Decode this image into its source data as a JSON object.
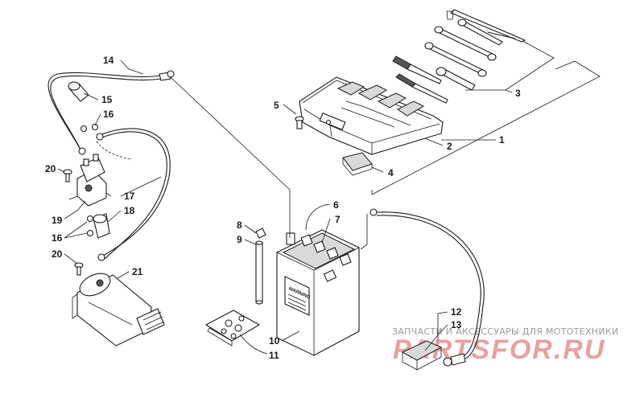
{
  "callouts": [
    {
      "id": "1",
      "label": "1"
    },
    {
      "id": "2",
      "label": "2"
    },
    {
      "id": "3",
      "label": "3"
    },
    {
      "id": "4",
      "label": "4"
    },
    {
      "id": "5",
      "label": "5"
    },
    {
      "id": "6",
      "label": "6"
    },
    {
      "id": "7",
      "label": "7"
    },
    {
      "id": "8",
      "label": "8"
    },
    {
      "id": "9",
      "label": "9"
    },
    {
      "id": "10",
      "label": "10"
    },
    {
      "id": "11",
      "label": "11"
    },
    {
      "id": "12",
      "label": "12"
    },
    {
      "id": "13",
      "label": "13"
    },
    {
      "id": "14",
      "label": "14"
    },
    {
      "id": "15",
      "label": "15"
    },
    {
      "id": "16a",
      "label": "16"
    },
    {
      "id": "16b",
      "label": "16"
    },
    {
      "id": "17",
      "label": "17"
    },
    {
      "id": "18",
      "label": "18"
    },
    {
      "id": "19",
      "label": "19"
    },
    {
      "id": "20a",
      "label": "20"
    },
    {
      "id": "20b",
      "label": "20"
    },
    {
      "id": "21",
      "label": "21"
    }
  ],
  "battery": {
    "warning_label": "WARNING"
  },
  "watermark": {
    "tagline": "ЗАПЧАСТИ И АКСЕССУАРЫ ДЛЯ МОТОТЕХНИКИ",
    "brand": "PARTSFOR.RU"
  }
}
